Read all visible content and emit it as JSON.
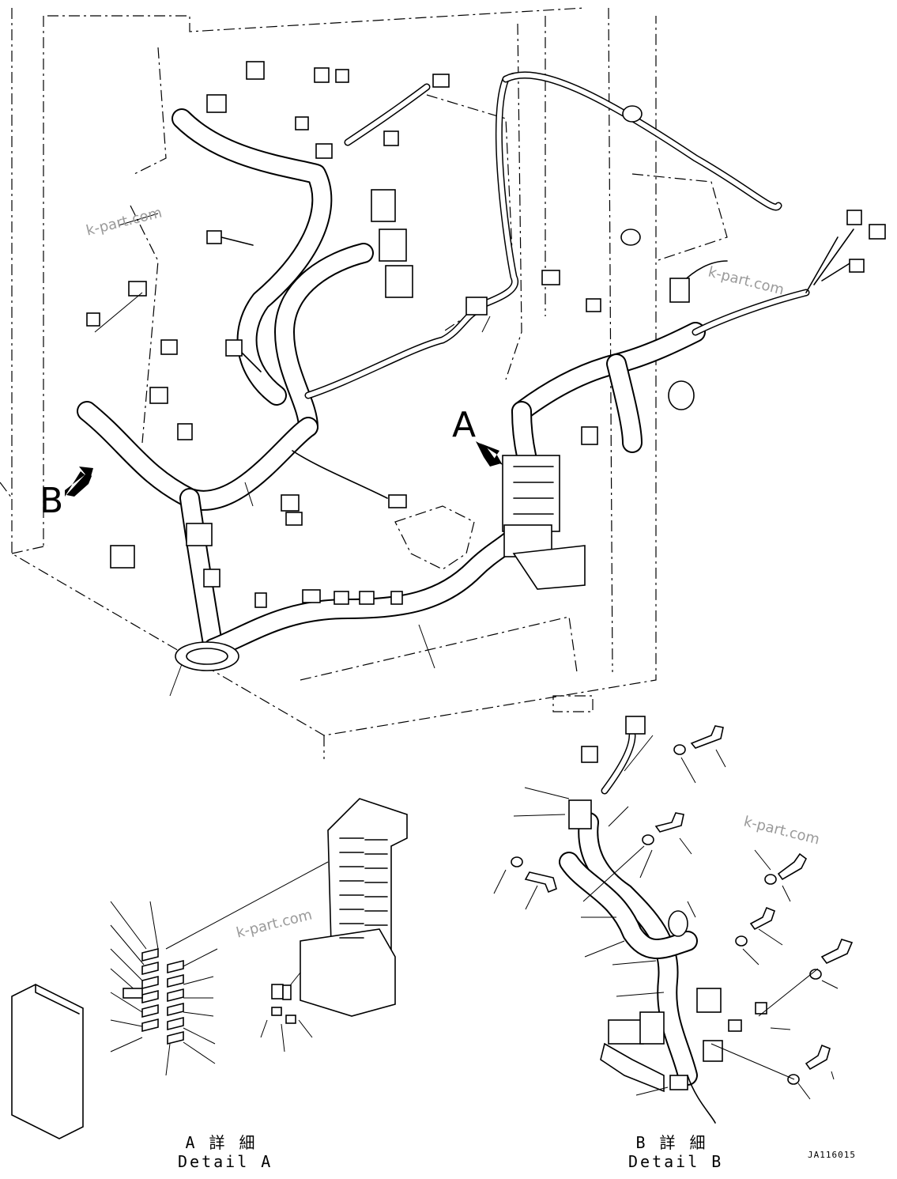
{
  "labels": {
    "view_a": "A",
    "view_b": "B",
    "detail_a_jp": "A 詳 細",
    "detail_a_en": "Detail A",
    "detail_b_jp": "B 詳 細",
    "detail_b_en": "Detail B",
    "drawing_code": "JA116015"
  },
  "watermarks": [
    "k-part.com",
    "k-part.com",
    "k-part.com",
    "k-part.com"
  ],
  "icons": {
    "view_arrow": "filled-arrow-icon",
    "connector": "connector-icon",
    "bolt": "bolt-icon",
    "washer": "washer-icon",
    "fuse_box": "fuse-box-icon"
  }
}
